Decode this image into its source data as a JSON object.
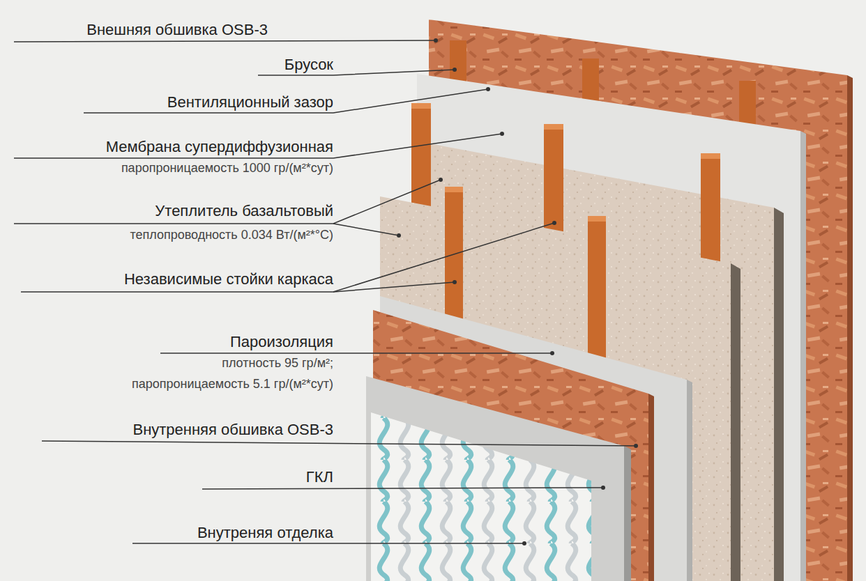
{
  "diagram": {
    "labels": [
      "Внешняя обшивка OSB-3",
      "Брусок",
      "Вентиляционный зазор",
      "Мембрана супердиффузионная",
      "паропроницаемость 1000 гр/(м²*сут)",
      "Утеплитель базальтовый",
      "теплопроводность 0.034 Вт/(м²*°С)",
      "Независимые стойки каркаса",
      "Пароизоляция",
      "плотность 95 гр/м²;",
      "паропроницаемость 5.1 гр/(м²*сут)",
      "Внутренняя обшивка OSB-3",
      "ГКЛ",
      "Внутреняя отделка"
    ]
  }
}
